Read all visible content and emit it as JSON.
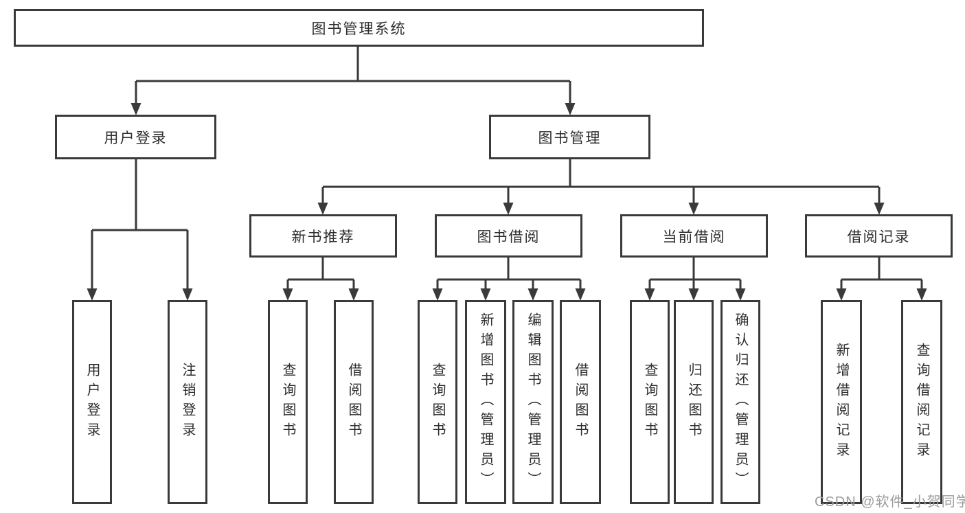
{
  "tree": {
    "root": "图书管理系统",
    "children": [
      {
        "label": "用户登录",
        "children": [
          "用户登录",
          "注销登录"
        ]
      },
      {
        "label": "图书管理",
        "children": [
          {
            "label": "新书推荐",
            "children": [
              "查询图书",
              "借阅图书"
            ]
          },
          {
            "label": "图书借阅",
            "children": [
              "查询图书",
              "新增图书（管理员）",
              "编辑图书（管理员）",
              "借阅图书"
            ]
          },
          {
            "label": "当前借阅",
            "children": [
              "查询图书",
              "归还图书",
              "确认归还（管理员）"
            ]
          },
          {
            "label": "借阅记录",
            "children": [
              "新增借阅记录",
              "查询借阅记录"
            ]
          }
        ]
      }
    ]
  },
  "watermark": {
    "text": "CSDN @软件_小贺同学"
  },
  "colors": {
    "line": "#3a3a3a",
    "text": "#2d2d2d",
    "watermark": "#9c9c9c",
    "background": "#ffffff"
  }
}
